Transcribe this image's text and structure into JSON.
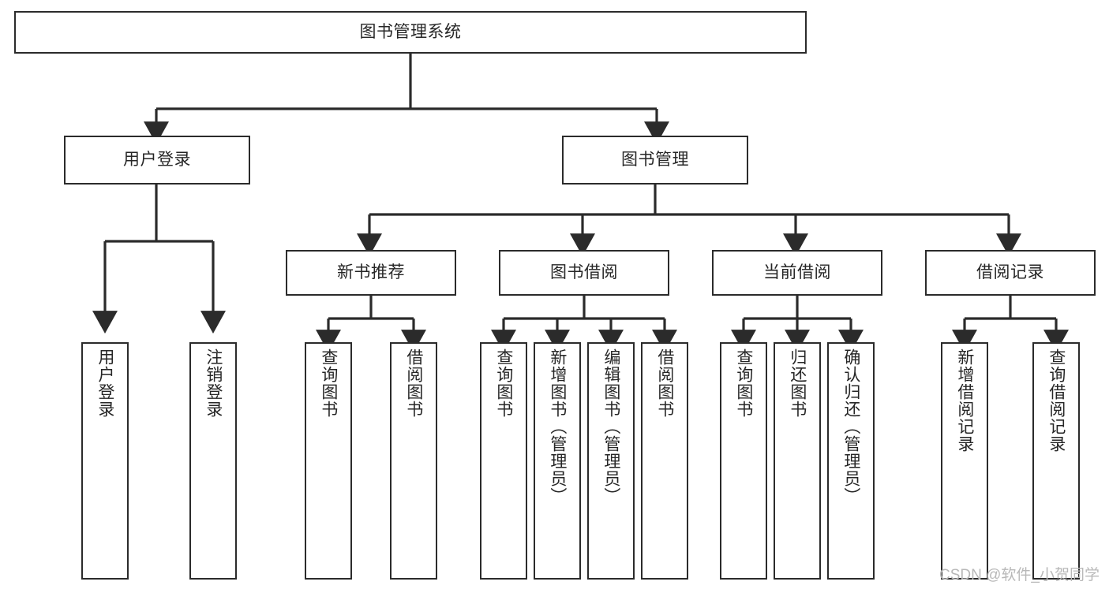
{
  "diagram": {
    "title": "图书管理系统",
    "type": "tree-hierarchy",
    "root": {
      "id": "root",
      "label": "图书管理系统"
    },
    "level2": [
      {
        "id": "user-login",
        "label": "用户登录"
      },
      {
        "id": "book-manage",
        "label": "图书管理"
      }
    ],
    "level3": [
      {
        "id": "new-book-recommend",
        "label": "新书推荐",
        "parent": "book-manage"
      },
      {
        "id": "book-borrow",
        "label": "图书借阅",
        "parent": "book-manage"
      },
      {
        "id": "current-borrow",
        "label": "当前借阅",
        "parent": "book-manage"
      },
      {
        "id": "borrow-record",
        "label": "借阅记录",
        "parent": "book-manage"
      }
    ],
    "leaves": {
      "user_login": [
        {
          "id": "leaf-user-login",
          "label": "用户登录"
        },
        {
          "id": "leaf-user-logout",
          "label": "注销登录"
        }
      ],
      "new_book_recommend": [
        {
          "id": "leaf-query-book-1",
          "label": "查询图书"
        },
        {
          "id": "leaf-borrow-book-1",
          "label": "借阅图书"
        }
      ],
      "book_borrow": [
        {
          "id": "leaf-query-book-2",
          "label": "查询图书"
        },
        {
          "id": "leaf-add-book",
          "label": "新增图书（管理员）"
        },
        {
          "id": "leaf-edit-book",
          "label": "编辑图书（管理员）"
        },
        {
          "id": "leaf-borrow-book-2",
          "label": "借阅图书"
        }
      ],
      "current_borrow": [
        {
          "id": "leaf-query-book-3",
          "label": "查询图书"
        },
        {
          "id": "leaf-return-book",
          "label": "归还图书"
        },
        {
          "id": "leaf-confirm-return",
          "label": "确认归还（管理员）"
        }
      ],
      "borrow_record": [
        {
          "id": "leaf-add-record",
          "label": "新增借阅记录"
        },
        {
          "id": "leaf-query-record",
          "label": "查询借阅记录"
        }
      ]
    }
  },
  "watermark": {
    "text": "CSDN @软件_小贺同学"
  },
  "colors": {
    "box_border": "#2b2b2b",
    "box_fill": "#ffffff",
    "text": "#262626",
    "edge": "#2b2b2b",
    "watermark": "#b8b8b8",
    "background": "#ffffff"
  }
}
